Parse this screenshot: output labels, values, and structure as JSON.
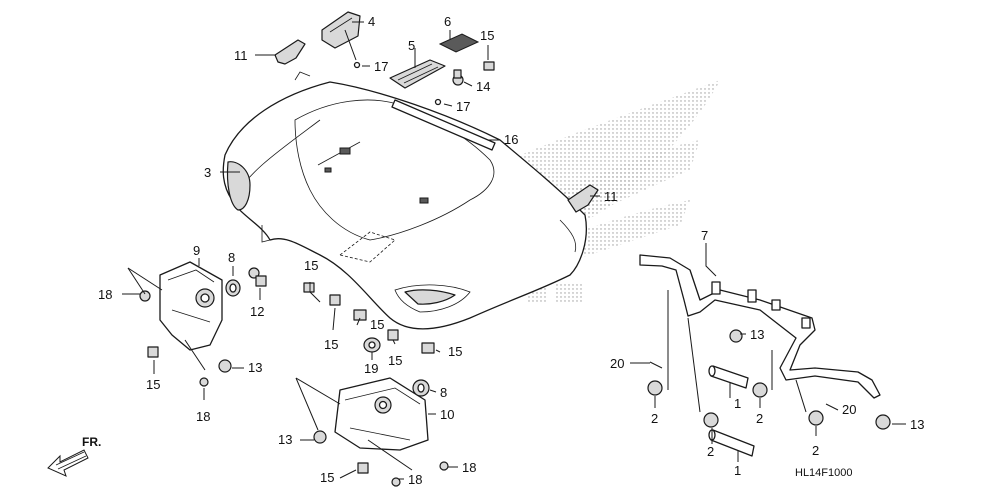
{
  "diagram": {
    "code": "HL14F1000",
    "direction_label": "FR.",
    "callouts": [
      {
        "id": "c1a",
        "text": "1"
      },
      {
        "id": "c1b",
        "text": "1"
      },
      {
        "id": "c2a",
        "text": "2"
      },
      {
        "id": "c2b",
        "text": "2"
      },
      {
        "id": "c2c",
        "text": "2"
      },
      {
        "id": "c2d",
        "text": "2"
      },
      {
        "id": "c3",
        "text": "3"
      },
      {
        "id": "c4",
        "text": "4"
      },
      {
        "id": "c5",
        "text": "5"
      },
      {
        "id": "c6",
        "text": "6"
      },
      {
        "id": "c7",
        "text": "7"
      },
      {
        "id": "c8a",
        "text": "8"
      },
      {
        "id": "c8b",
        "text": "8"
      },
      {
        "id": "c9",
        "text": "9"
      },
      {
        "id": "c10",
        "text": "10"
      },
      {
        "id": "c11a",
        "text": "11"
      },
      {
        "id": "c11b",
        "text": "11"
      },
      {
        "id": "c12",
        "text": "12"
      },
      {
        "id": "c13a",
        "text": "13"
      },
      {
        "id": "c13b",
        "text": "13"
      },
      {
        "id": "c13c",
        "text": "13"
      },
      {
        "id": "c13d",
        "text": "13"
      },
      {
        "id": "c14",
        "text": "14"
      },
      {
        "id": "c15a",
        "text": "15"
      },
      {
        "id": "c15b",
        "text": "15"
      },
      {
        "id": "c15c",
        "text": "15"
      },
      {
        "id": "c15d",
        "text": "15"
      },
      {
        "id": "c15e",
        "text": "15"
      },
      {
        "id": "c15f",
        "text": "15"
      },
      {
        "id": "c15g",
        "text": "15"
      },
      {
        "id": "c15h",
        "text": "15"
      },
      {
        "id": "c16",
        "text": "16"
      },
      {
        "id": "c17a",
        "text": "17"
      },
      {
        "id": "c17b",
        "text": "17"
      },
      {
        "id": "c18a",
        "text": "18"
      },
      {
        "id": "c18b",
        "text": "18"
      },
      {
        "id": "c18c",
        "text": "18"
      },
      {
        "id": "c18d",
        "text": "18"
      },
      {
        "id": "c19",
        "text": "19"
      },
      {
        "id": "c20a",
        "text": "20"
      },
      {
        "id": "c20b",
        "text": "20"
      }
    ]
  }
}
